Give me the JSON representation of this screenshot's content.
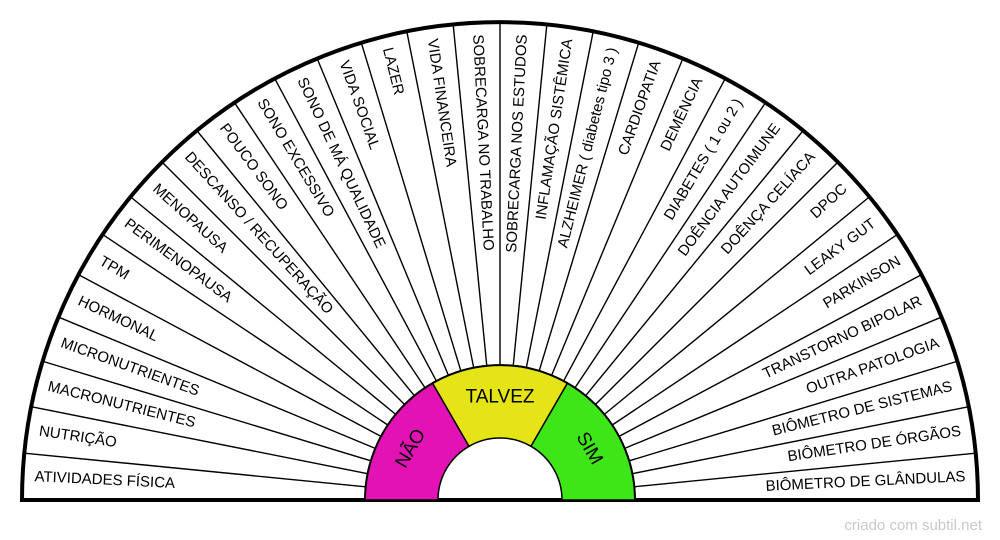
{
  "chart_data": {
    "type": "radial-diagram",
    "center_options": [
      {
        "label": "NÃO",
        "color": "#e312b4"
      },
      {
        "label": "TALVEZ",
        "color": "#e4e416"
      },
      {
        "label": "SIM",
        "color": "#3fe617"
      }
    ],
    "items": [
      "ATIVIDADES FÍSICA",
      "NUTRIÇÃO",
      "MACRONUTRIENTES",
      "MICRONUTRIENTES",
      "HORMONAL",
      "TPM",
      "PERIMENOPAUSA",
      "MENOPAUSA",
      "DESCANSO / RECUPERAÇÃO",
      "POUCO SONO",
      "SONO EXCESSIVO",
      "SONO DE MÁ QUALIDADE",
      "VIDA SOCIAL",
      "LAZER",
      "VIDA FINANCEIRA",
      "SOBRECARGA NO TRABALHO",
      "SOBRECARGA NOS ESTUDOS",
      "INFLAMAÇÃO SISTÊMICA",
      "ALZHEIMER ( diabetes tipo 3 )",
      "CARDIOPATIA",
      "DEMÊNCIA",
      "DIABETES ( 1 ou 2 )",
      "DOÊNCIA AUTOIMUNE",
      "DOÊNÇA CELÍACA",
      "DPOC",
      "LEAKY GUT",
      "PARKINSON",
      "TRANSTORNO BIPOLAR",
      "OUTRA PATOLOGIA",
      "BIÔMETRO DE SISTEMAS",
      "BIÔMETRO DE ÓRGÃOS",
      "BIÔMETRO DE GLÂNDULAS"
    ]
  },
  "footer": {
    "credit": "criado com subtil.net"
  }
}
